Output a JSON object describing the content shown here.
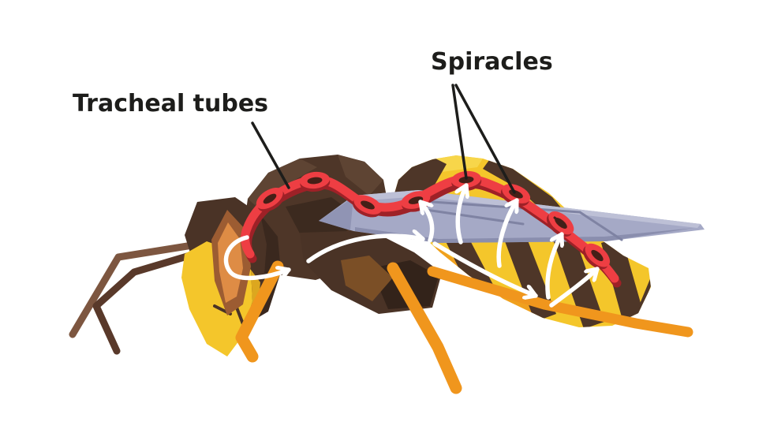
{
  "figure": {
    "name": "Insect respiratory system diagram",
    "subject": "Wasp side view showing tracheal tubes and spiracles with white airflow arrows"
  },
  "labels": {
    "tracheal_tubes": "Tracheal tubes",
    "spiracles": "Spiracles"
  },
  "diagram": {
    "spiracle_rings": 8,
    "airflow_arrows": 8,
    "leader_lines": 3
  },
  "colors": {
    "background": "#ffffff",
    "label_text": "#1d1d1b",
    "leader_line": "#1d1d1b",
    "tracheal_tube_red": "#ee3e43",
    "tracheal_tube_shadow": "#9e2127",
    "spiracle_hole": "#451f17",
    "airflow_arrow": "#ffffff",
    "body_brown": "#4e3628",
    "body_yellow": "#f4c62b",
    "leg_orange": "#f0961d",
    "wing_gray": "#a5a9c6",
    "eye_orange": "#de8c45"
  }
}
